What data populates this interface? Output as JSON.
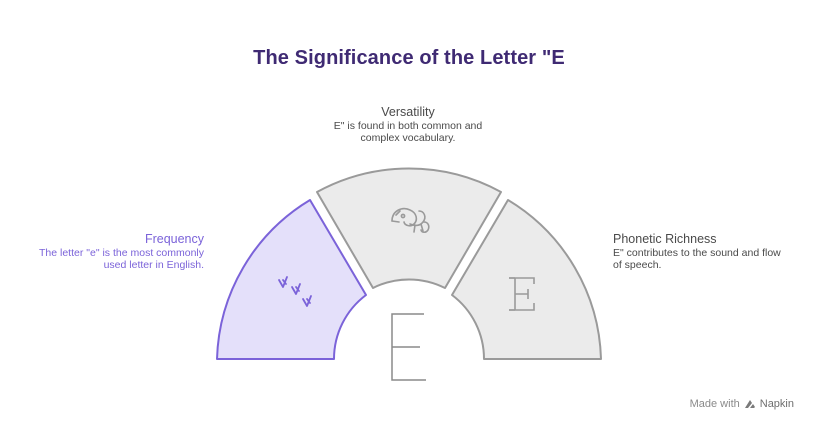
{
  "title": "The Significance of the Letter \"E",
  "segments": [
    {
      "id": "frequency",
      "heading": "Frequency",
      "description_lines": [
        "The letter \"e\" is the most commonly",
        "used letter in English."
      ],
      "icon": "triple-check-marks-icon",
      "highlighted": true
    },
    {
      "id": "versatility",
      "heading": "Versatility",
      "description_lines": [
        "E\" is found in both common and",
        "complex vocabulary."
      ],
      "icon": "chameleon-icon",
      "highlighted": false
    },
    {
      "id": "phonetic",
      "heading": "Phonetic Richness",
      "description_lines": [
        "E\" contributes to the sound and flow",
        "of speech."
      ],
      "icon": "letter-e-icon",
      "highlighted": false
    }
  ],
  "center_letter": "E",
  "watermark": {
    "prefix": "Made with",
    "brand": "Napkin"
  },
  "colors": {
    "title": "#3f2a73",
    "highlight_fill": "#e4e0fa",
    "highlight_stroke": "#7b63d9",
    "segment_fill": "#ebebeb",
    "segment_stroke": "#9a9a9a"
  }
}
